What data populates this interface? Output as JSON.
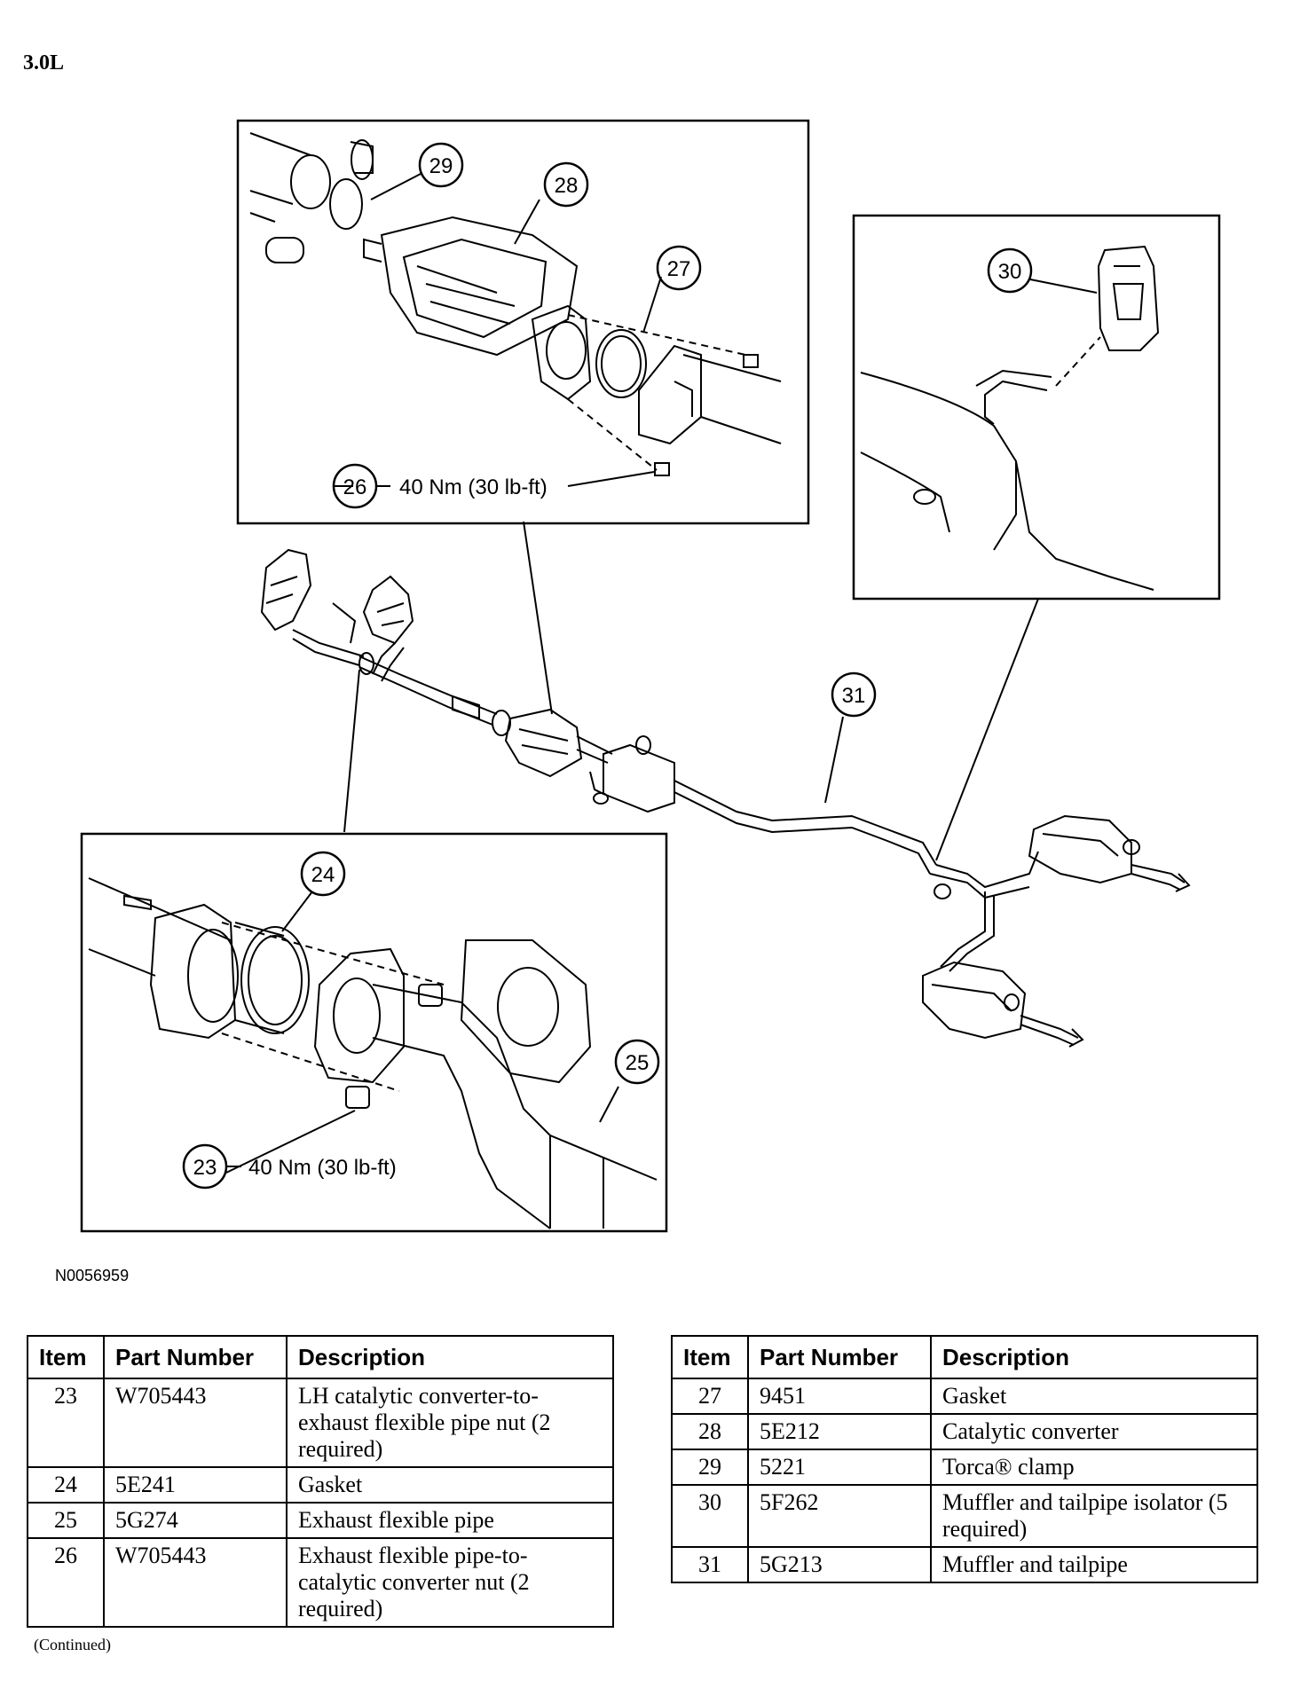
{
  "engine_label": "3.0L",
  "callouts": {
    "c23": "23",
    "c24": "24",
    "c25": "25",
    "c26": "26",
    "c27": "27",
    "c28": "28",
    "c29": "29",
    "c30": "30",
    "c31": "31"
  },
  "torque_26": "40 Nm (30 lb-ft)",
  "torque_23": "40 Nm (30 lb-ft)",
  "figure_id": "N0056959",
  "table_headers": {
    "item": "Item",
    "part_number": "Part Number",
    "description": "Description"
  },
  "parts_left": [
    {
      "item": "23",
      "part": "W705443",
      "desc": "LH catalytic converter-to-exhaust flexible pipe nut (2 required)"
    },
    {
      "item": "24",
      "part": "5E241",
      "desc": "Gasket"
    },
    {
      "item": "25",
      "part": "5G274",
      "desc": "Exhaust flexible pipe"
    },
    {
      "item": "26",
      "part": "W705443",
      "desc": "Exhaust flexible pipe-to-catalytic converter nut (2 required)"
    }
  ],
  "parts_right": [
    {
      "item": "27",
      "part": "9451",
      "desc": "Gasket"
    },
    {
      "item": "28",
      "part": "5E212",
      "desc": "Catalytic converter"
    },
    {
      "item": "29",
      "part": "5221",
      "desc": "Torca® clamp"
    },
    {
      "item": "30",
      "part": "5F262",
      "desc": "Muffler and tailpipe isolator (5 required)"
    },
    {
      "item": "31",
      "part": "5G213",
      "desc": "Muffler and tailpipe"
    }
  ],
  "continued": "(Continued)"
}
